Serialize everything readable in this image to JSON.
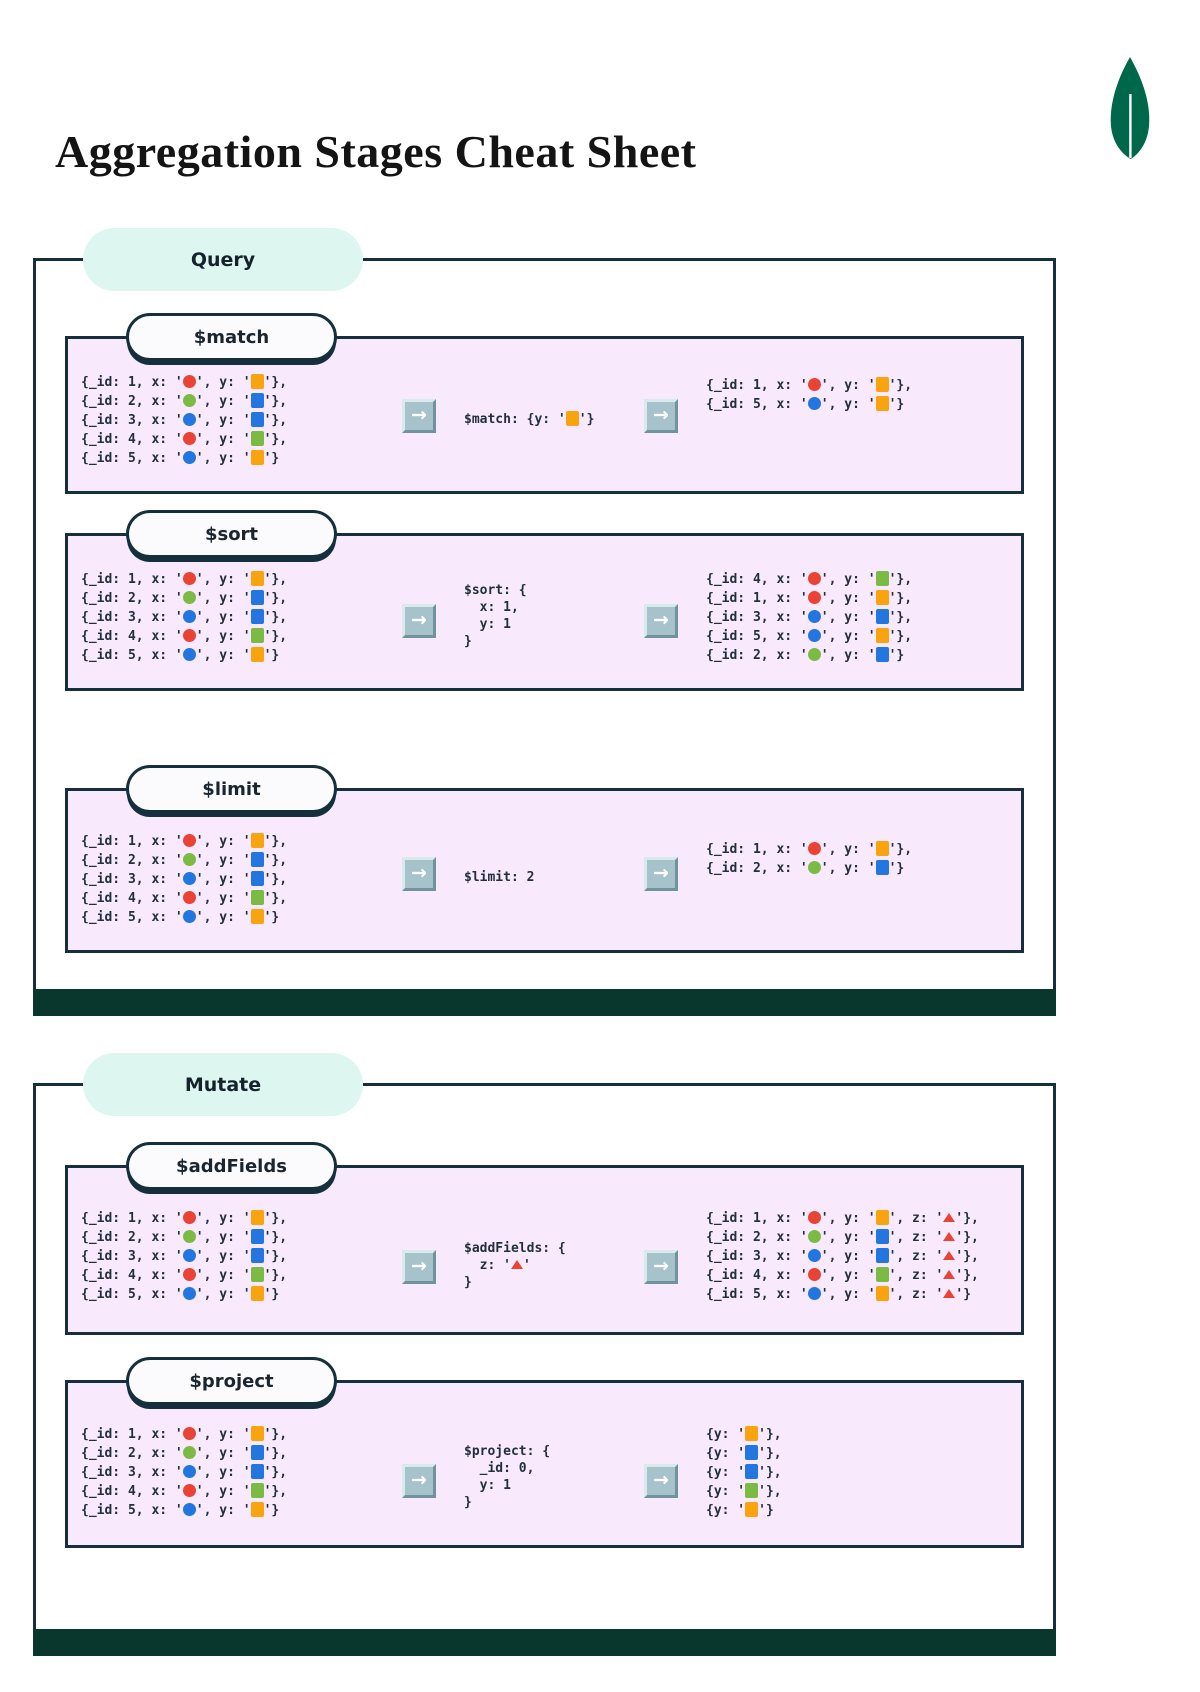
{
  "title": "Aggregation Stages Cheat Sheet",
  "logo": {
    "icon": "mongodb-leaf",
    "color": "#00684A"
  },
  "ui": {
    "arrow_glyph": "→"
  },
  "palette": {
    "red": "#E94335",
    "green": "#7CBB43",
    "blue": "#2375DF",
    "orange": "#F9A30F",
    "panel_pink": "#F8E9FC",
    "outline_navy": "#15303C",
    "bar_teal": "#09362D",
    "pill_mint": "#DDF7F0",
    "arrow_bg": "#A6C2CA"
  },
  "sections": [
    {
      "label": "Query",
      "stages": [
        {
          "name": "$match",
          "input_docs": [
            [
              [
                "_id",
                "1"
              ],
              [
                "x",
                "circle",
                "red"
              ],
              [
                "y",
                "square",
                "orange"
              ]
            ],
            [
              [
                "_id",
                "2"
              ],
              [
                "x",
                "circle",
                "green"
              ],
              [
                "y",
                "square",
                "blue"
              ]
            ],
            [
              [
                "_id",
                "3"
              ],
              [
                "x",
                "circle",
                "blue"
              ],
              [
                "y",
                "square",
                "blue"
              ]
            ],
            [
              [
                "_id",
                "4"
              ],
              [
                "x",
                "circle",
                "red"
              ],
              [
                "y",
                "square",
                "green"
              ]
            ],
            [
              [
                "_id",
                "5"
              ],
              [
                "x",
                "circle",
                "blue"
              ],
              [
                "y",
                "square",
                "orange"
              ]
            ]
          ],
          "operation": [
            [
              "$match: {y: '",
              {
                "icon": "square",
                "color": "orange"
              },
              "'}"
            ]
          ],
          "output_docs": [
            [
              [
                "_id",
                "1"
              ],
              [
                "x",
                "circle",
                "red"
              ],
              [
                "y",
                "square",
                "orange"
              ]
            ],
            [
              [
                "_id",
                "5"
              ],
              [
                "x",
                "circle",
                "blue"
              ],
              [
                "y",
                "square",
                "orange"
              ]
            ]
          ]
        },
        {
          "name": "$sort",
          "input_docs": [
            [
              [
                "_id",
                "1"
              ],
              [
                "x",
                "circle",
                "red"
              ],
              [
                "y",
                "square",
                "orange"
              ]
            ],
            [
              [
                "_id",
                "2"
              ],
              [
                "x",
                "circle",
                "green"
              ],
              [
                "y",
                "square",
                "blue"
              ]
            ],
            [
              [
                "_id",
                "3"
              ],
              [
                "x",
                "circle",
                "blue"
              ],
              [
                "y",
                "square",
                "blue"
              ]
            ],
            [
              [
                "_id",
                "4"
              ],
              [
                "x",
                "circle",
                "red"
              ],
              [
                "y",
                "square",
                "green"
              ]
            ],
            [
              [
                "_id",
                "5"
              ],
              [
                "x",
                "circle",
                "blue"
              ],
              [
                "y",
                "square",
                "orange"
              ]
            ]
          ],
          "operation": [
            [
              "$sort: {"
            ],
            [
              "  x: 1,"
            ],
            [
              "  y: 1"
            ],
            [
              "}"
            ]
          ],
          "output_docs": [
            [
              [
                "_id",
                "4"
              ],
              [
                "x",
                "circle",
                "red"
              ],
              [
                "y",
                "square",
                "green"
              ]
            ],
            [
              [
                "_id",
                "1"
              ],
              [
                "x",
                "circle",
                "red"
              ],
              [
                "y",
                "square",
                "orange"
              ]
            ],
            [
              [
                "_id",
                "3"
              ],
              [
                "x",
                "circle",
                "blue"
              ],
              [
                "y",
                "square",
                "blue"
              ]
            ],
            [
              [
                "_id",
                "5"
              ],
              [
                "x",
                "circle",
                "blue"
              ],
              [
                "y",
                "square",
                "orange"
              ]
            ],
            [
              [
                "_id",
                "2"
              ],
              [
                "x",
                "circle",
                "green"
              ],
              [
                "y",
                "square",
                "blue"
              ]
            ]
          ]
        },
        {
          "name": "$limit",
          "input_docs": [
            [
              [
                "_id",
                "1"
              ],
              [
                "x",
                "circle",
                "red"
              ],
              [
                "y",
                "square",
                "orange"
              ]
            ],
            [
              [
                "_id",
                "2"
              ],
              [
                "x",
                "circle",
                "green"
              ],
              [
                "y",
                "square",
                "blue"
              ]
            ],
            [
              [
                "_id",
                "3"
              ],
              [
                "x",
                "circle",
                "blue"
              ],
              [
                "y",
                "square",
                "blue"
              ]
            ],
            [
              [
                "_id",
                "4"
              ],
              [
                "x",
                "circle",
                "red"
              ],
              [
                "y",
                "square",
                "green"
              ]
            ],
            [
              [
                "_id",
                "5"
              ],
              [
                "x",
                "circle",
                "blue"
              ],
              [
                "y",
                "square",
                "orange"
              ]
            ]
          ],
          "operation": [
            [
              "$limit: 2"
            ]
          ],
          "output_docs": [
            [
              [
                "_id",
                "1"
              ],
              [
                "x",
                "circle",
                "red"
              ],
              [
                "y",
                "square",
                "orange"
              ]
            ],
            [
              [
                "_id",
                "2"
              ],
              [
                "x",
                "circle",
                "green"
              ],
              [
                "y",
                "square",
                "blue"
              ]
            ]
          ]
        }
      ]
    },
    {
      "label": "Mutate",
      "stages": [
        {
          "name": "$addFields",
          "input_docs": [
            [
              [
                "_id",
                "1"
              ],
              [
                "x",
                "circle",
                "red"
              ],
              [
                "y",
                "square",
                "orange"
              ]
            ],
            [
              [
                "_id",
                "2"
              ],
              [
                "x",
                "circle",
                "green"
              ],
              [
                "y",
                "square",
                "blue"
              ]
            ],
            [
              [
                "_id",
                "3"
              ],
              [
                "x",
                "circle",
                "blue"
              ],
              [
                "y",
                "square",
                "blue"
              ]
            ],
            [
              [
                "_id",
                "4"
              ],
              [
                "x",
                "circle",
                "red"
              ],
              [
                "y",
                "square",
                "green"
              ]
            ],
            [
              [
                "_id",
                "5"
              ],
              [
                "x",
                "circle",
                "blue"
              ],
              [
                "y",
                "square",
                "orange"
              ]
            ]
          ],
          "operation": [
            [
              "$addFields: {"
            ],
            [
              "  z: '",
              {
                "icon": "triangle",
                "color": "red"
              },
              "'"
            ],
            [
              "}"
            ]
          ],
          "output_docs": [
            [
              [
                "_id",
                "1"
              ],
              [
                "x",
                "circle",
                "red"
              ],
              [
                "y",
                "square",
                "orange"
              ],
              [
                "z",
                "triangle",
                "red"
              ]
            ],
            [
              [
                "_id",
                "2"
              ],
              [
                "x",
                "circle",
                "green"
              ],
              [
                "y",
                "square",
                "blue"
              ],
              [
                "z",
                "triangle",
                "red"
              ]
            ],
            [
              [
                "_id",
                "3"
              ],
              [
                "x",
                "circle",
                "blue"
              ],
              [
                "y",
                "square",
                "blue"
              ],
              [
                "z",
                "triangle",
                "red"
              ]
            ],
            [
              [
                "_id",
                "4"
              ],
              [
                "x",
                "circle",
                "red"
              ],
              [
                "y",
                "square",
                "green"
              ],
              [
                "z",
                "triangle",
                "red"
              ]
            ],
            [
              [
                "_id",
                "5"
              ],
              [
                "x",
                "circle",
                "blue"
              ],
              [
                "y",
                "square",
                "orange"
              ],
              [
                "z",
                "triangle",
                "red"
              ]
            ]
          ]
        },
        {
          "name": "$project",
          "input_docs": [
            [
              [
                "_id",
                "1"
              ],
              [
                "x",
                "circle",
                "red"
              ],
              [
                "y",
                "square",
                "orange"
              ]
            ],
            [
              [
                "_id",
                "2"
              ],
              [
                "x",
                "circle",
                "green"
              ],
              [
                "y",
                "square",
                "blue"
              ]
            ],
            [
              [
                "_id",
                "3"
              ],
              [
                "x",
                "circle",
                "blue"
              ],
              [
                "y",
                "square",
                "blue"
              ]
            ],
            [
              [
                "_id",
                "4"
              ],
              [
                "x",
                "circle",
                "red"
              ],
              [
                "y",
                "square",
                "green"
              ]
            ],
            [
              [
                "_id",
                "5"
              ],
              [
                "x",
                "circle",
                "blue"
              ],
              [
                "y",
                "square",
                "orange"
              ]
            ]
          ],
          "operation": [
            [
              "$project: {"
            ],
            [
              "  _id: 0,"
            ],
            [
              "  y: 1"
            ],
            [
              "}"
            ]
          ],
          "output_docs": [
            [
              [
                "y",
                "square",
                "orange"
              ]
            ],
            [
              [
                "y",
                "square",
                "blue"
              ]
            ],
            [
              [
                "y",
                "square",
                "blue"
              ]
            ],
            [
              [
                "y",
                "square",
                "green"
              ]
            ],
            [
              [
                "y",
                "square",
                "orange"
              ]
            ]
          ]
        }
      ]
    }
  ]
}
